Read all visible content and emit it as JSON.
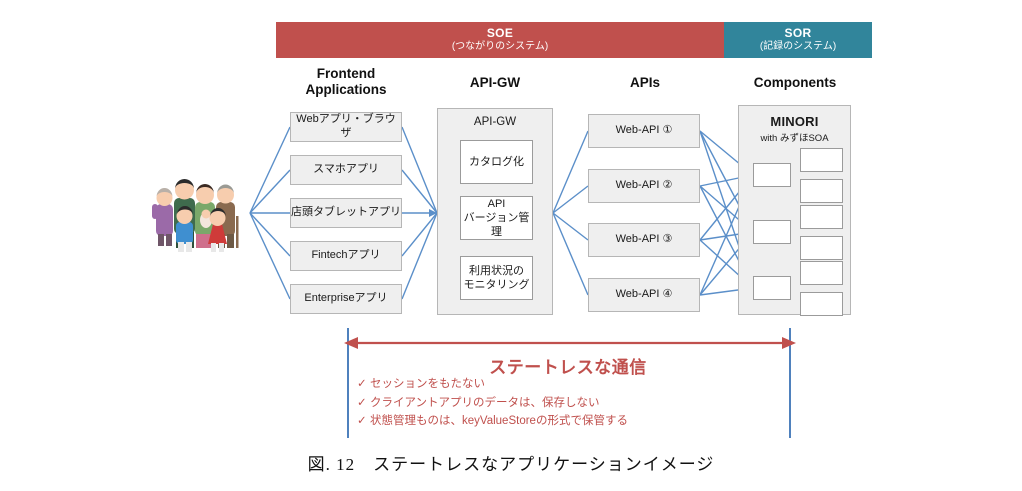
{
  "figure": {
    "caption": "図. 12　ステートレスなアプリケーションイメージ"
  },
  "banners": [
    {
      "name": "soe",
      "title": "SOE",
      "subtitle": "(つながりのシステム)",
      "color": "#c0504d"
    },
    {
      "name": "sor",
      "title": "SOR",
      "subtitle": "(記録のシステム)",
      "color": "#31859b"
    }
  ],
  "columns": {
    "frontend": {
      "heading_line1": "Frontend",
      "heading_line2": "Applications"
    },
    "apigw": {
      "heading_line1": "API-GW",
      "heading_line2": ""
    },
    "apis": {
      "heading_line1": "APIs",
      "heading_line2": ""
    },
    "components": {
      "heading_line1": "Components",
      "heading_line2": ""
    }
  },
  "frontend_apps": [
    {
      "label": "Webアプリ・ブラウザ"
    },
    {
      "label": "スマホアプリ"
    },
    {
      "label": "店頭タブレットアプリ"
    },
    {
      "label": "Fintechアプリ"
    },
    {
      "label": "Enterpriseアプリ"
    }
  ],
  "apigw": {
    "title": "API-GW",
    "features": [
      {
        "label": "カタログ化"
      },
      {
        "label": "API\nバージョン管理"
      },
      {
        "label": "利用状況の\nモニタリング"
      }
    ]
  },
  "apis": [
    {
      "label": "Web-API ①"
    },
    {
      "label": "Web-API ②"
    },
    {
      "label": "Web-API ③"
    },
    {
      "label": "Web-API ④"
    }
  ],
  "components": {
    "title": "MINORI",
    "subtitle": "with みずほSOA",
    "service_boxes": [
      {
        "label": ""
      },
      {
        "label": ""
      },
      {
        "label": ""
      }
    ],
    "backend_boxes": [
      {
        "label": ""
      },
      {
        "label": ""
      },
      {
        "label": ""
      },
      {
        "label": ""
      },
      {
        "label": ""
      },
      {
        "label": ""
      }
    ]
  },
  "illustration": {
    "label": "family-users-illustration"
  },
  "stateless": {
    "title": "ステートレスな通信",
    "check_mark": "✓",
    "bullets": [
      "セッションをもたない",
      "クライアントアプリのデータは、保存しない",
      "状態管理ものは、keyValueStoreの形式で保管する"
    ],
    "arrow_color": "#c0504d",
    "line_color": "#4f81bd"
  },
  "colors": {
    "connector": "#5b8fc9",
    "box_fill": "#efefef",
    "box_border": "#b6b6b6",
    "accent_red": "#c0504d",
    "accent_teal": "#31859b"
  }
}
